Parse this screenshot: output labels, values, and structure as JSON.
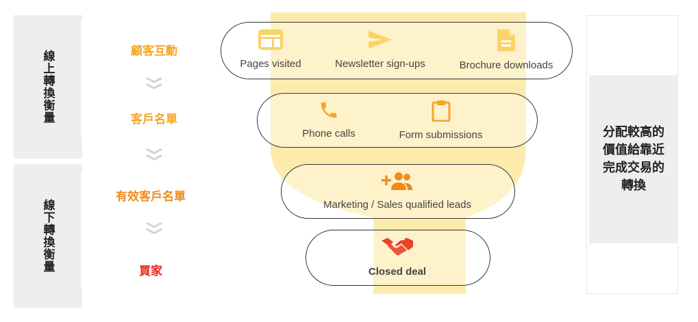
{
  "online_group": {
    "label": "線上轉換衡量"
  },
  "offline_group": {
    "label": "線下轉換衡量"
  },
  "stages": [
    {
      "label": "顧客互動",
      "color": "#f5a623"
    },
    {
      "label": "客戶名單",
      "color": "#f5a623"
    },
    {
      "label": "有效客戶名單",
      "color": "#f08c1e"
    },
    {
      "label": "買家",
      "color": "#e8261c"
    }
  ],
  "funnel": {
    "level1": [
      {
        "icon": "web-page-icon",
        "label": "Pages visited"
      },
      {
        "icon": "send-icon",
        "label": "Newsletter sign-ups"
      },
      {
        "icon": "document-icon",
        "label": "Brochure downloads"
      }
    ],
    "level2": [
      {
        "icon": "phone-icon",
        "label": "Phone calls"
      },
      {
        "icon": "clipboard-icon",
        "label": "Form submissions"
      }
    ],
    "level3": [
      {
        "icon": "add-group-icon",
        "label": "Marketing / Sales qualified leads"
      }
    ],
    "level4": [
      {
        "icon": "handshake-icon",
        "label": "Closed deal"
      }
    ]
  },
  "right_note": {
    "label": "分配較高的價值給靠近完成交易的轉換"
  },
  "colors": {
    "funnel_fill": "#fde8a0",
    "icon_yellow": "#fbd266",
    "icon_orange": "#f5a623",
    "icon_red": "#e8442c",
    "chevron": "#d4d4d4"
  }
}
